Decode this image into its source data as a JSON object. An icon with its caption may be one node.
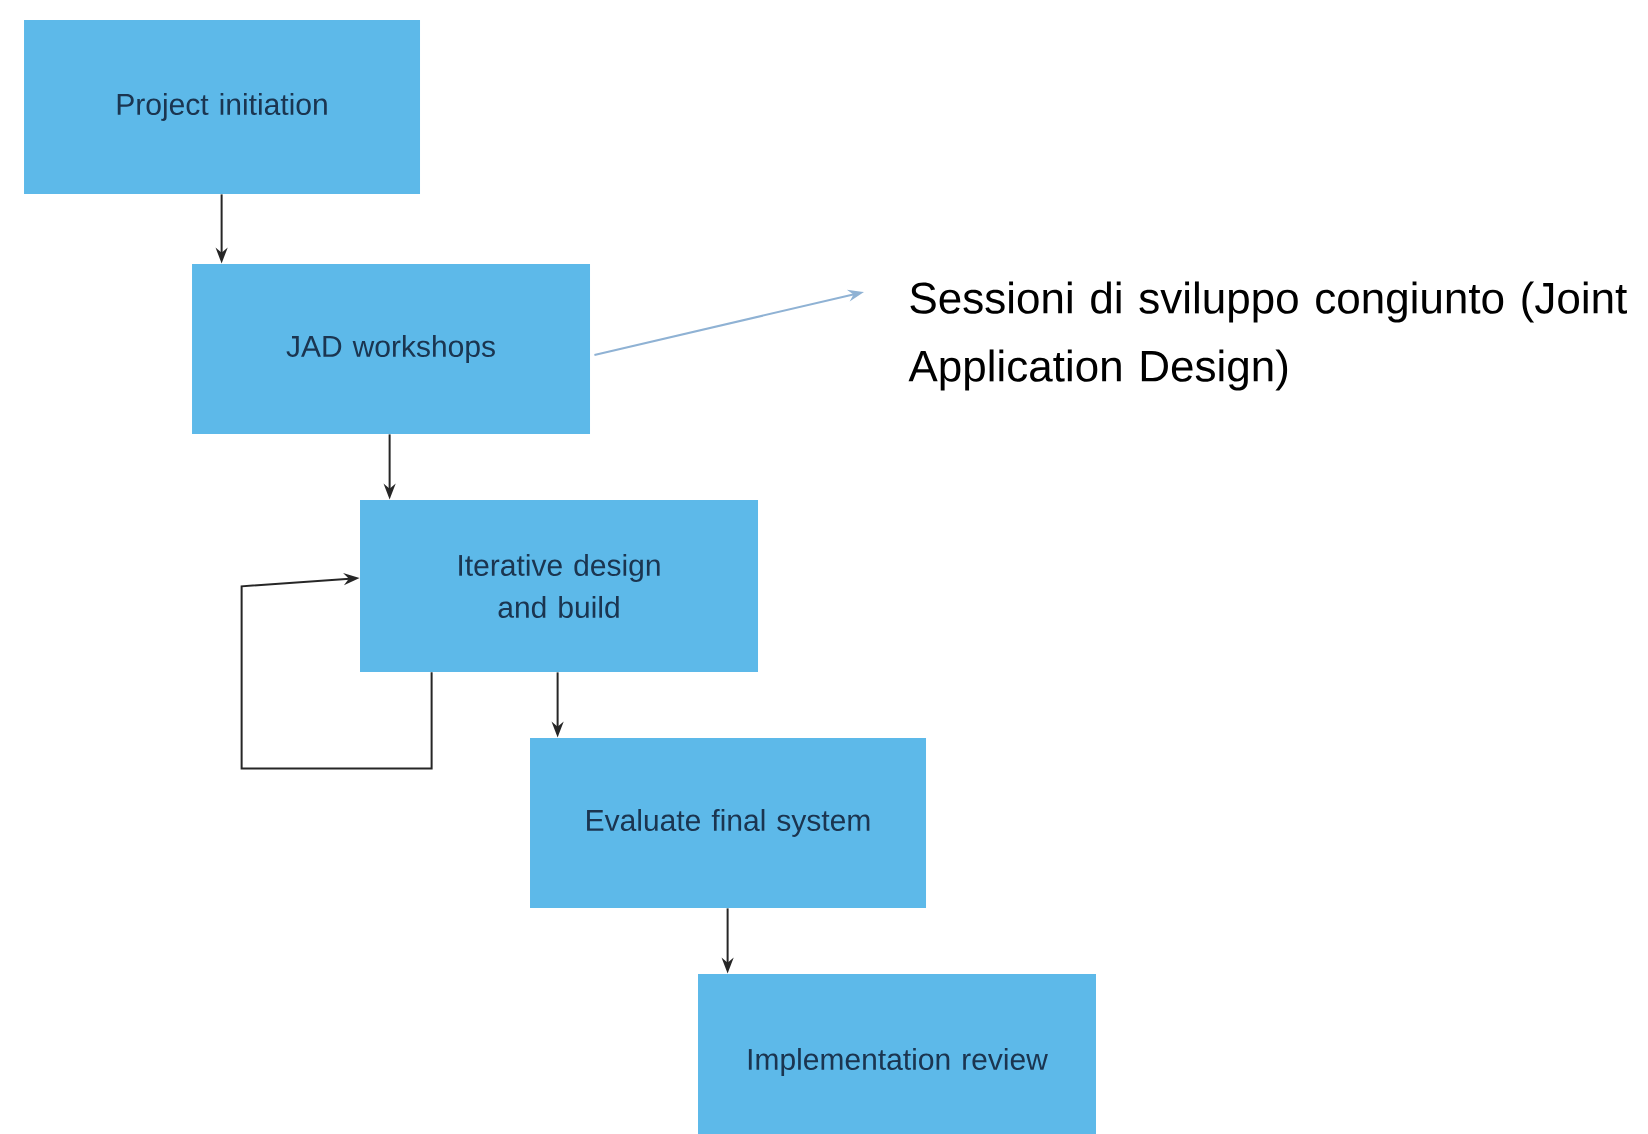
{
  "diagram": {
    "nodes": [
      {
        "text": [
          "Project initiation"
        ]
      },
      {
        "text": [
          "JAD workshops"
        ]
      },
      {
        "text": [
          "Iterative design and build"
        ]
      },
      {
        "text": [
          "Evaluate final system"
        ]
      },
      {
        "text": [
          "Implementation review"
        ]
      },
      {
        "text": [
          "Sessioni di sviluppo congiunto (Joint Application Design)"
        ]
      }
    ],
    "edges": [
      {
        "from": 0,
        "to": 1,
        "arrow": "to"
      },
      {
        "from": 1,
        "to": 2,
        "arrow": "to"
      },
      {
        "from": 2,
        "to": 2,
        "arrow": "to"
      },
      {
        "from": 2,
        "to": 3,
        "arrow": "to"
      },
      {
        "from": 3,
        "to": 4,
        "arrow": "to"
      },
      {
        "from": 1,
        "to": 5,
        "arrow": "to",
        "color": "#8fb2d4"
      }
    ]
  }
}
